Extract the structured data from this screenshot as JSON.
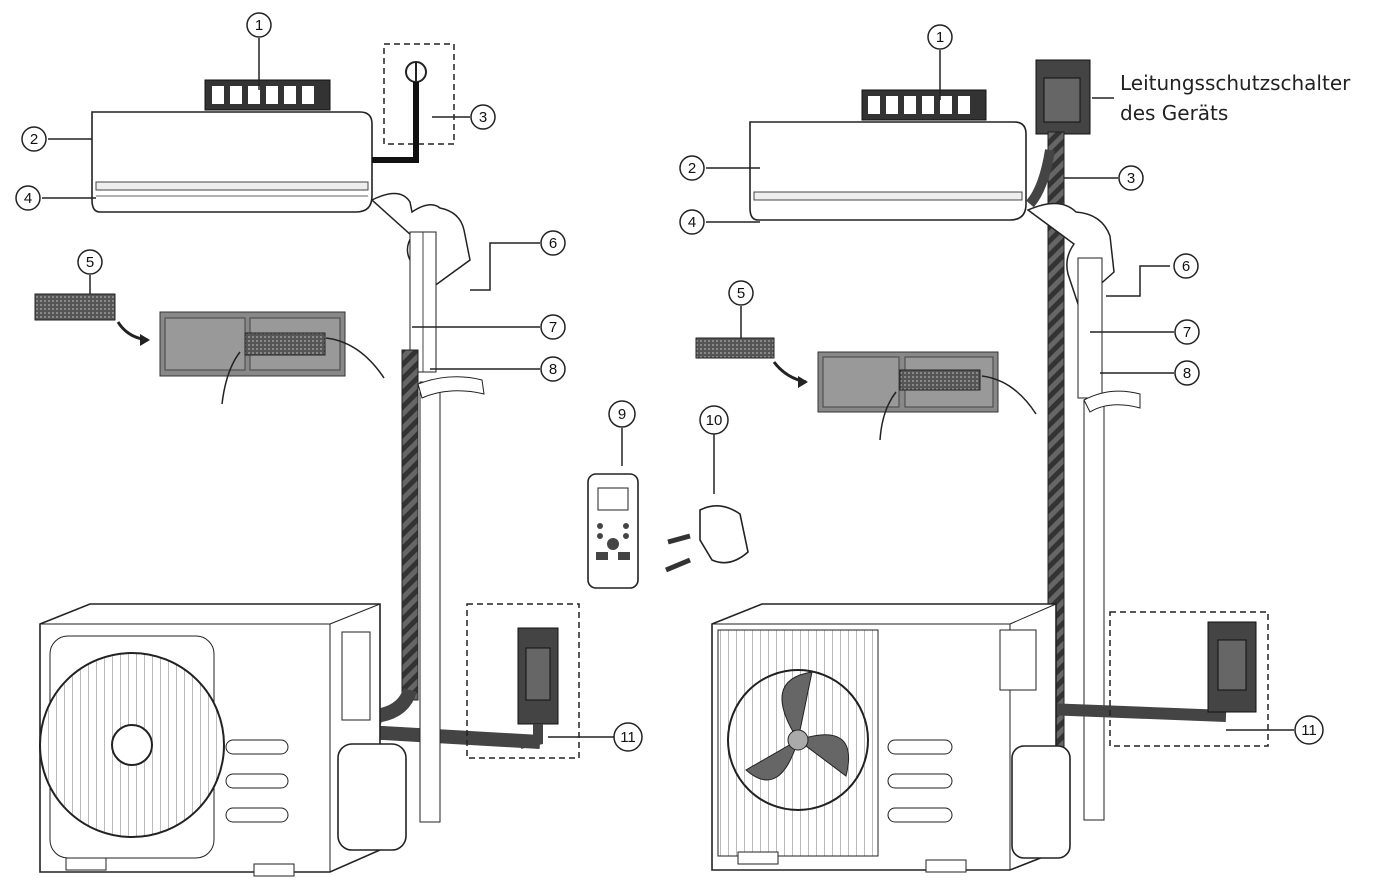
{
  "callouts": {
    "n1": "1",
    "n2": "2",
    "n3": "3",
    "n4": "4",
    "n5": "5",
    "n6": "6",
    "n7": "7",
    "n8": "8",
    "n9": "9",
    "n10": "10",
    "n11": "11"
  },
  "breaker_label": {
    "line1": "Leitungsschutzschalter",
    "line2": "des Geräts"
  },
  "icons": [
    "indoor-unit",
    "mounting-plate",
    "power-plug",
    "air-filter",
    "wall-sleeve",
    "connecting-pipe",
    "insulation-tape",
    "remote-control",
    "remote-holder",
    "outdoor-unit",
    "circuit-breaker"
  ]
}
